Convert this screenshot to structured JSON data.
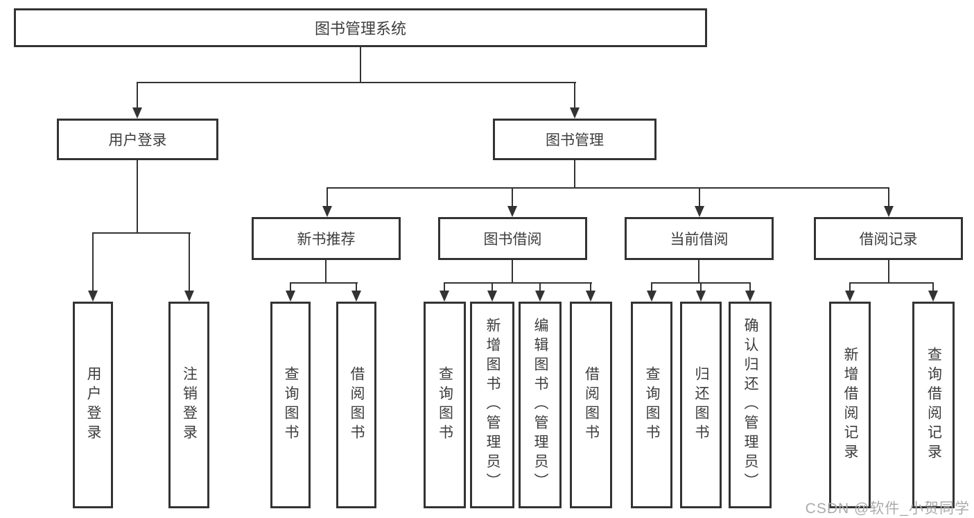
{
  "colors": {
    "line": "#333333",
    "box_border": "#333333",
    "box_background": "#ffffff",
    "text": "#3d3d3d",
    "watermark": "#ababab",
    "page_background": "#ffffff"
  },
  "diagram": {
    "type": "hierarchy-tree",
    "root": {
      "label": "图书管理系统"
    },
    "level2": [
      {
        "label": "用户登录",
        "parent": "图书管理系统"
      },
      {
        "label": "图书管理",
        "parent": "图书管理系统"
      }
    ],
    "level3": [
      {
        "label": "新书推荐",
        "parent": "图书管理"
      },
      {
        "label": "图书借阅",
        "parent": "图书管理"
      },
      {
        "label": "当前借阅",
        "parent": "图书管理"
      },
      {
        "label": "借阅记录",
        "parent": "图书管理"
      }
    ],
    "leaves": [
      {
        "label": "用户登录",
        "parent": "用户登录"
      },
      {
        "label": "注销登录",
        "parent": "用户登录"
      },
      {
        "label": "查询图书",
        "parent": "新书推荐"
      },
      {
        "label": "借阅图书",
        "parent": "新书推荐"
      },
      {
        "label": "查询图书",
        "parent": "图书借阅"
      },
      {
        "label": "新增图书（管理员）",
        "parent": "图书借阅"
      },
      {
        "label": "编辑图书（管理员）",
        "parent": "图书借阅"
      },
      {
        "label": "借阅图书",
        "parent": "图书借阅"
      },
      {
        "label": "查询图书",
        "parent": "当前借阅"
      },
      {
        "label": "归还图书",
        "parent": "当前借阅"
      },
      {
        "label": "确认归还（管理员）",
        "parent": "当前借阅"
      },
      {
        "label": "新增借阅记录",
        "parent": "借阅记录"
      },
      {
        "label": "查询借阅记录",
        "parent": "借阅记录"
      }
    ]
  },
  "watermark": {
    "text": "CSDN @软件_小贺同学"
  }
}
